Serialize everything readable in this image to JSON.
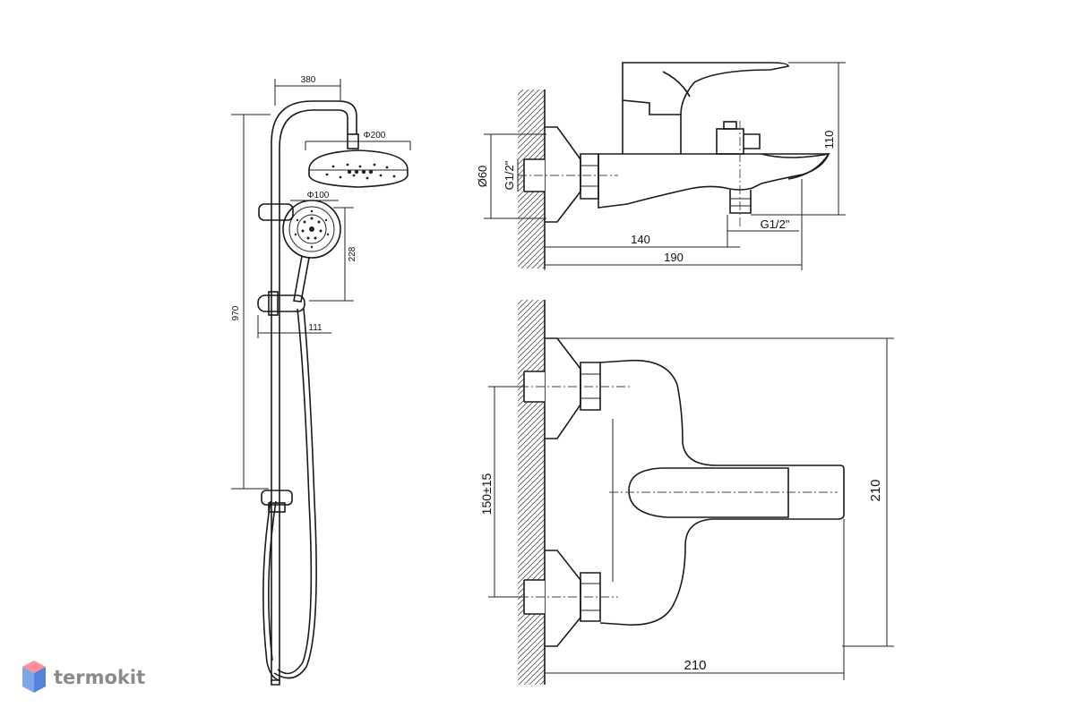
{
  "shower_system": {
    "dim_arm": "380",
    "dim_head_diameter": "Φ200",
    "dim_hand_diameter": "Φ100",
    "dim_hand_height": "228",
    "dim_total_height": "970",
    "dim_bracket": "111"
  },
  "side_view": {
    "dim_wall_diameter": "Ø60",
    "dim_inlet_thread": "G1/2\"",
    "dim_height": "110",
    "dim_outlet_thread": "G1/2\"",
    "dim_spout_to_outlet": "140",
    "dim_length": "190"
  },
  "top_view": {
    "dim_center_distance": "150±15",
    "dim_width": "210",
    "dim_depth": "210"
  },
  "brand": {
    "name": "termokit",
    "colors": {
      "top": "#ff8f98",
      "left": "#7ea7ea",
      "right": "#5683da"
    }
  }
}
